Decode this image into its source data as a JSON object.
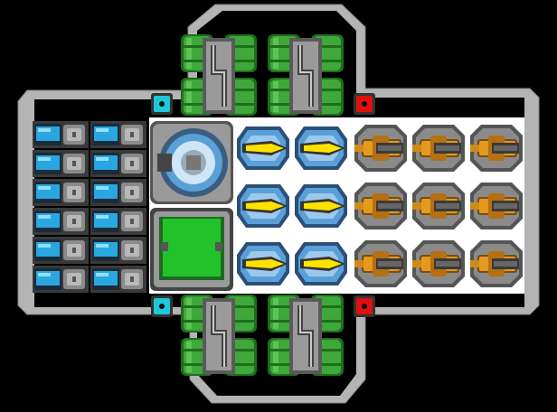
{
  "ship": {
    "hull_color": "#b4b4b4",
    "hull_edge_color": "#8a8a8a",
    "deck_color": "#ffffff",
    "background": "#000000"
  },
  "colors": {
    "fuel_green": "#3fa83a",
    "fuel_green_dark": "#1f6e1e",
    "battery_blue": "#2aa6e0",
    "cyan_marker": "#1ec8d8",
    "red_marker": "#e01010",
    "cockpit_green": "#22c32a",
    "laser_yellow": "#ffe200",
    "laser_blue": "#5aa0d8",
    "cannon_orange": "#e39a1e",
    "metal": "#7a7a7a"
  },
  "modules": {
    "fuel_tanks": {
      "icon": "fuel-tank-icon",
      "count": 4
    },
    "batteries": {
      "icon": "battery-cell-icon",
      "columns": 2,
      "rows": 6
    },
    "gyro": {
      "icon": "gyroscope-icon"
    },
    "cockpit": {
      "icon": "cockpit-hatch-icon"
    },
    "lasers": {
      "icon": "laser-turret-icon",
      "columns": 2,
      "rows": 3
    },
    "cannons": {
      "icon": "cannon-turret-icon",
      "columns": 3,
      "rows": 3
    },
    "markers": [
      {
        "icon": "cyan-connector-icon",
        "color": "cyan"
      },
      {
        "icon": "red-connector-icon",
        "color": "red"
      },
      {
        "icon": "cyan-connector-icon",
        "color": "cyan"
      },
      {
        "icon": "red-connector-icon",
        "color": "red"
      }
    ]
  }
}
